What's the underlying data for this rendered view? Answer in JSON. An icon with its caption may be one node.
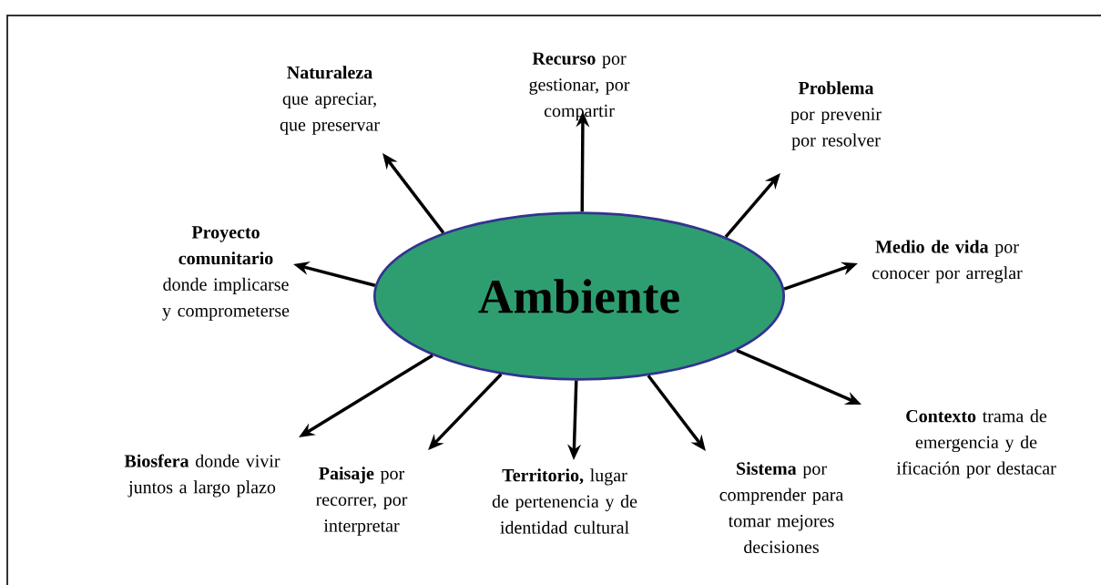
{
  "diagram": {
    "nodes": [
      {
        "text": [
          "Ambiente"
        ]
      },
      {
        "text": [
          "**Naturaleza** que apreciar,  que preservar"
        ]
      },
      {
        "text": [
          "**Recurso** por gestionar, por compartir"
        ]
      },
      {
        "text": [
          "**Problema** por prevenir por resolver"
        ]
      },
      {
        "text": [
          "**Proyecto comunitario** donde implicarse y comprometerse"
        ]
      },
      {
        "text": [
          "**Medio de vida** por conocer por arreglar"
        ]
      },
      {
        "text": [
          "**Contexto** trama de emergencia y de ificación por destacar"
        ]
      },
      {
        "text": [
          "**Biosfera** donde vivir juntos a largo plazo"
        ]
      },
      {
        "text": [
          "**Paisaje** por recorrer, por interpretar"
        ]
      },
      {
        "text": [
          "**Territorio,** lugar de pertenencia y de identidad cultural"
        ]
      },
      {
        "text": [
          "**Sistema** por comprender para tomar  mejores decisiones"
        ]
      }
    ],
    "edges": [
      {
        "from": 0,
        "to": 1,
        "arrow": "to"
      },
      {
        "from": 0,
        "to": 2,
        "arrow": "to"
      },
      {
        "from": 0,
        "to": 3,
        "arrow": "to"
      },
      {
        "from": 0,
        "to": 4,
        "arrow": "to"
      },
      {
        "from": 0,
        "to": 5,
        "arrow": "to"
      },
      {
        "from": 0,
        "to": 6,
        "arrow": "to"
      },
      {
        "from": 0,
        "to": 7,
        "arrow": "to"
      },
      {
        "from": 0,
        "to": 8,
        "arrow": "to"
      },
      {
        "from": 0,
        "to": 9,
        "arrow": "to"
      },
      {
        "from": 0,
        "to": 10,
        "arrow": "to"
      }
    ]
  }
}
